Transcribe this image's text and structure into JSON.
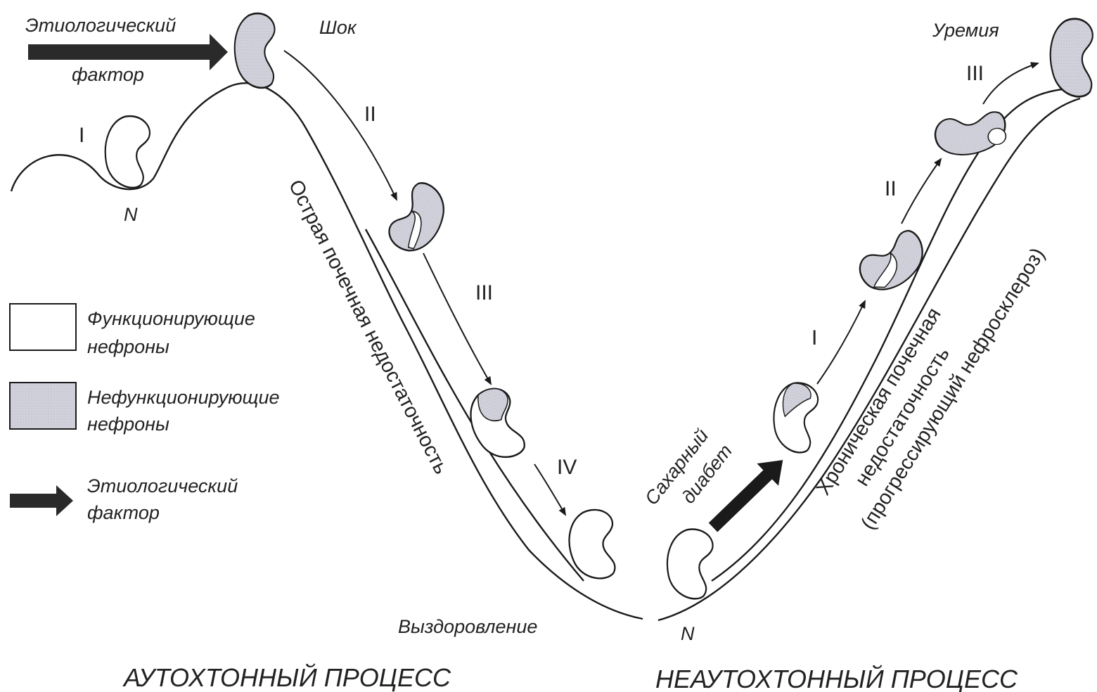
{
  "colors": {
    "functioning": "#ffffff",
    "nonfunctioning": "#d3d3dd",
    "line": "#1a1a1a"
  },
  "labels": {
    "etiologic_factor_line1": "Этиологический",
    "etiologic_factor_line2": "фактор",
    "shock": "Шок",
    "uremia": "Уремия",
    "n_left": "N",
    "n_right": "N",
    "recovery": "Выздоровление",
    "diabetes_line1": "Сахарный",
    "diabetes_line2": "диабет",
    "acute_failure": "Острая почечная недостаточность",
    "chronic_line1": "Хроническая почечная",
    "chronic_line2": "недостаточность",
    "chronic_line3": "(прогрессирующий нефросклероз)"
  },
  "stages": {
    "left_i": "I",
    "left_ii": "II",
    "left_iii": "III",
    "left_iv": "IV",
    "right_i": "I",
    "right_ii": "II",
    "right_iii": "III"
  },
  "legend": {
    "functioning_line1": "Функционирующие",
    "functioning_line2": "нефроны",
    "nonfunctioning_line1": "Нефункционирующие",
    "nonfunctioning_line2": "нефроны",
    "factor_line1": "Этиологический",
    "factor_line2": "фактор"
  },
  "titles": {
    "autochthonous": "АУТОХТОННЫЙ ПРОЦЕСС",
    "non_autochthonous": "НЕАУТОХТОННЫЙ ПРОЦЕСС"
  }
}
